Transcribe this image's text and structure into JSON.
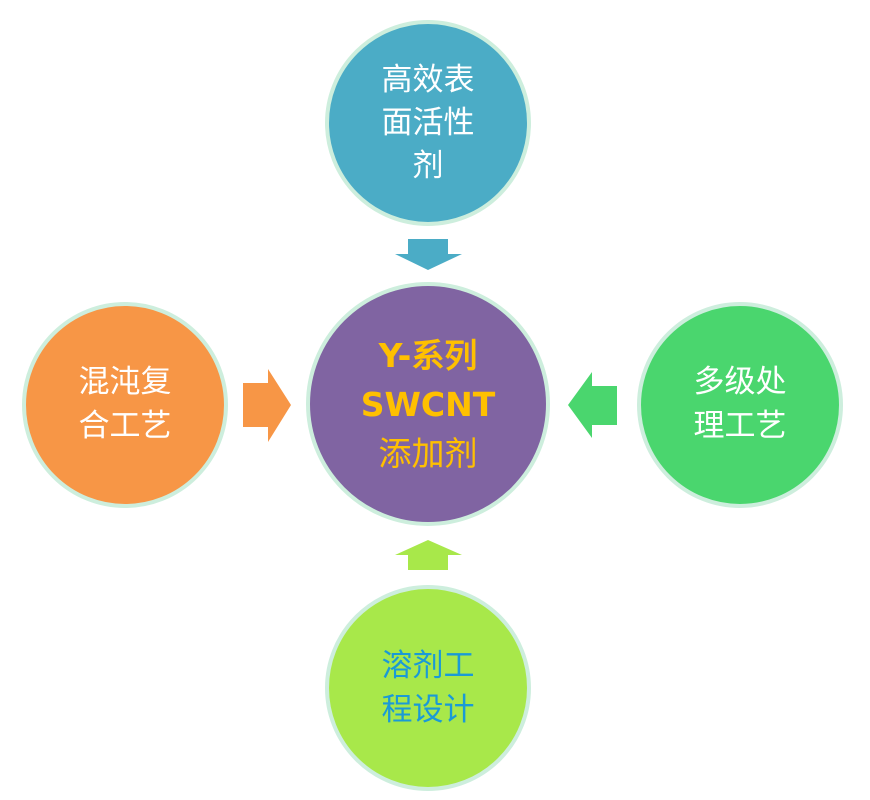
{
  "center": {
    "lines": [
      "Y-系列",
      "SWCNT",
      "添加剂"
    ],
    "fill": "#8064a2",
    "text_color": "#ffc000"
  },
  "nodes": [
    {
      "id": "top",
      "lines": [
        "高效表",
        "面活性",
        "剂"
      ],
      "fill": "#4bacc6",
      "text_color": "#ffffff"
    },
    {
      "id": "left",
      "lines": [
        "混沌复",
        "合工艺"
      ],
      "fill": "#f79646",
      "text_color": "#ffffff"
    },
    {
      "id": "right",
      "lines": [
        "多级处",
        "理工艺"
      ],
      "fill": "#4ad66e",
      "text_color": "#ffffff"
    },
    {
      "id": "bottom",
      "lines": [
        "溶剂工",
        "程设计"
      ],
      "fill": "#a8e84a",
      "text_color": "#1a9ad6"
    }
  ]
}
